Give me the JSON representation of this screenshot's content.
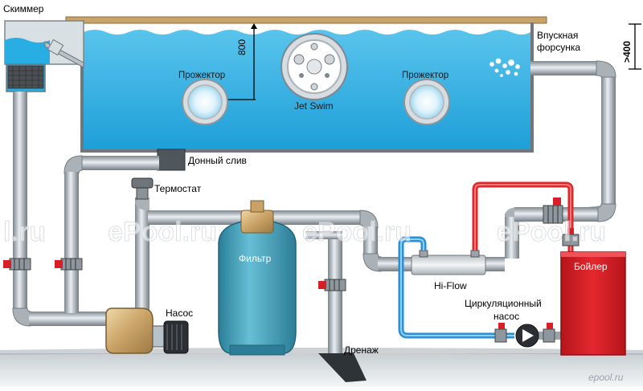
{
  "labels": {
    "skimmer": "Скиммер",
    "inlet_line1": "Впускная",
    "inlet_line2": "форсунка",
    "depth": "800",
    "inlet_depth": ">400",
    "light_left": "Прожектор",
    "light_right": "Прожектор",
    "jet_swim": "Jet Swim",
    "main_drain": "Донный слив",
    "thermostat": "Термостат",
    "filter": "Фильтр",
    "pump": "Насос",
    "drain": "Дренаж",
    "hiflow": "Hi-Flow",
    "circ_line1": "Циркуляционный",
    "circ_line2": "насос",
    "boiler": "Бойлер"
  },
  "watermarks": [
    "l.ru",
    "ePool.ru",
    "ePool.ru",
    "ePool.ru"
  ],
  "footer_logo": "epool.ru",
  "colors": {
    "water": "#29aee3",
    "pipe": "#9aa3aa",
    "hot_pipe": "#e0262a",
    "cold_pipe": "#2a8fd8",
    "filter": "#3e9cb6",
    "boiler": "#d61f26",
    "deck": "#c9a46a"
  }
}
